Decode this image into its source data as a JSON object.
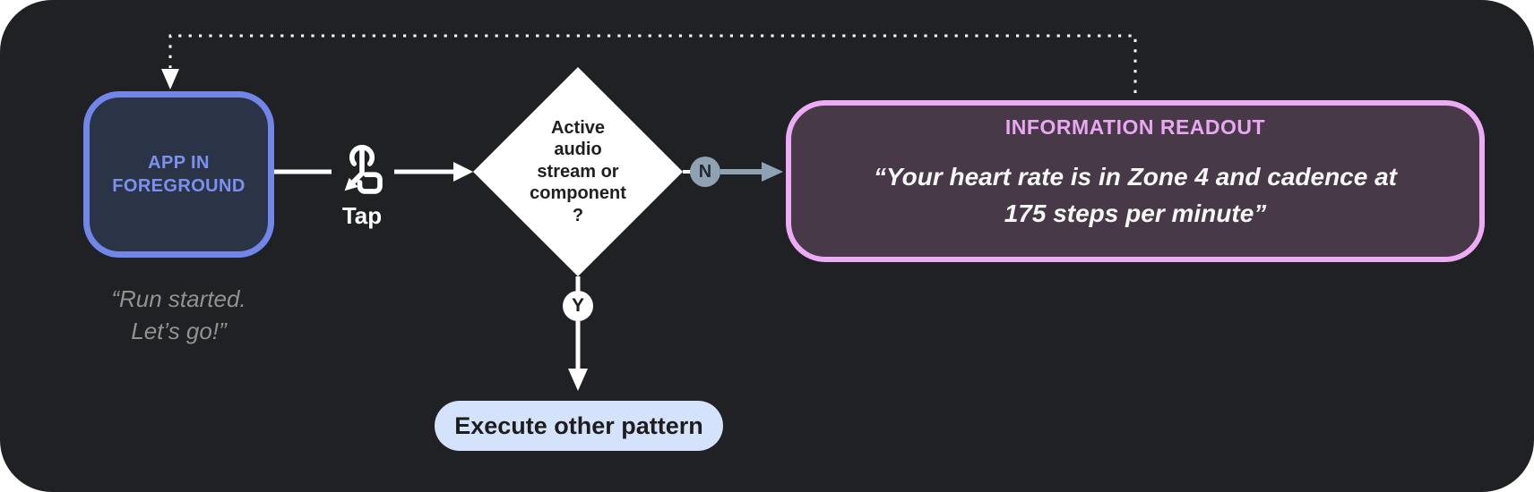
{
  "colors": {
    "panel_bg": "#202124",
    "app_node_border": "#7285e8",
    "app_node_bg": "#2b3447",
    "app_node_text": "#7d90f0",
    "caption_text": "#929292",
    "connector_white": "#ffffff",
    "diamond_fill": "#ffffff",
    "diamond_text": "#1f1f1f",
    "no_branch_accent": "#8ea2b4",
    "readout_border": "#edabf5",
    "readout_bg": "#473947",
    "readout_title_text": "#e9a7f1",
    "readout_quote_text": "#f7f7f7",
    "pill_bg": "#d5e2fc",
    "pill_text": "#1d1d1d"
  },
  "app_node": {
    "label_line1": "APP IN",
    "label_line2": "FOREGROUND",
    "caption_line1": "“Run started.",
    "caption_line2": "Let’s go!”"
  },
  "tap": {
    "icon": "tap-gesture-icon",
    "label": "Tap"
  },
  "decision": {
    "lines": [
      "Active",
      "audio",
      "stream or",
      "component",
      "?"
    ]
  },
  "branches": {
    "no_label": "N",
    "yes_label": "Y"
  },
  "readout": {
    "title": "INFORMATION READOUT",
    "quote_line1": "“Your heart rate is in Zone 4 and cadence at",
    "quote_line2": "175 steps per minute”"
  },
  "action_pill": {
    "label": "Execute other pattern"
  }
}
